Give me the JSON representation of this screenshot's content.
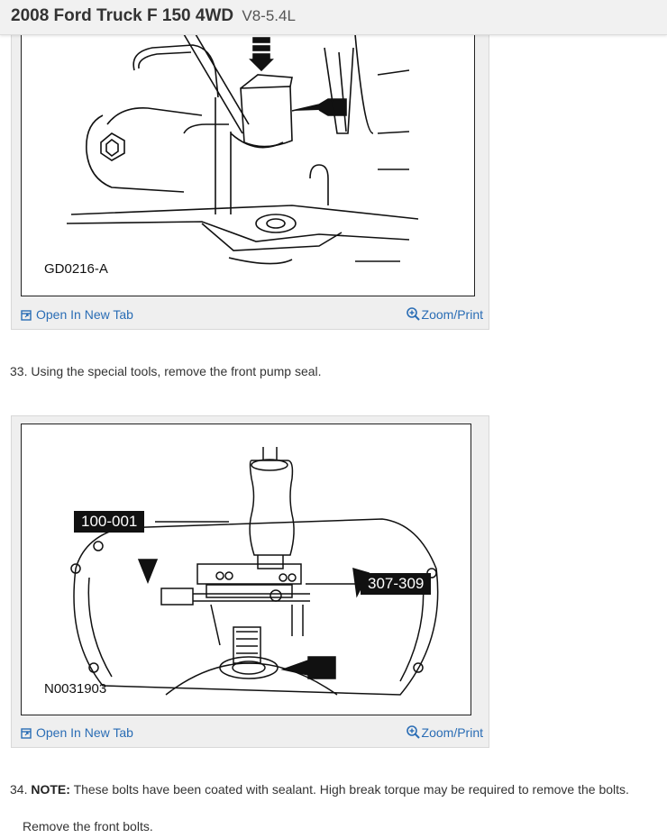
{
  "header": {
    "title": "2008 Ford Truck F 150 4WD",
    "engine": "V8-5.4L"
  },
  "figures": [
    {
      "label": "GD0216-A",
      "open_label": "Open In New Tab",
      "zoom_label": "Zoom/Print"
    },
    {
      "label": "N0031903",
      "callouts": [
        "100-001",
        "307-309"
      ],
      "open_label": "Open In New Tab",
      "zoom_label": "Zoom/Print"
    }
  ],
  "steps": {
    "s33": {
      "number": "33.",
      "text": "Using the special tools, remove the front pump seal."
    },
    "s34": {
      "number": "34.",
      "note_label": "NOTE:",
      "note_text": "These bolts have been coated with sealant. High break torque may be required to remove the bolts.",
      "instruction": "Remove the front bolts."
    }
  },
  "icons": {
    "open": "open-new-tab-icon",
    "zoom": "zoom-in-icon"
  },
  "colors": {
    "link": "#2a6db5",
    "topbar": "#f1f1f1"
  }
}
